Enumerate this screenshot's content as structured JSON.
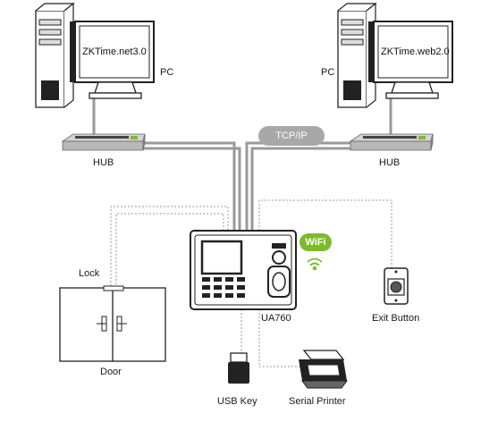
{
  "pc_left": {
    "label": "PC",
    "software": "ZKTime.net3.0"
  },
  "pc_right": {
    "label": "PC",
    "software": "ZKTime.web2.0"
  },
  "hub_left": {
    "label": "HUB"
  },
  "hub_right": {
    "label": "HUB"
  },
  "network": {
    "label": "TCP/IP"
  },
  "device": {
    "label": "UA760",
    "wifi_badge": "WiFi"
  },
  "lock": {
    "label": "Lock"
  },
  "door": {
    "label": "Door"
  },
  "exit_button": {
    "label": "Exit Button"
  },
  "usb_key": {
    "label": "USB Key"
  },
  "printer": {
    "label": "Serial Printer"
  },
  "colors": {
    "line": "#9a9a9a",
    "dotted": "#9a9a9a",
    "wifi": "#7dbb2e",
    "hub": "#b8b8b8"
  }
}
